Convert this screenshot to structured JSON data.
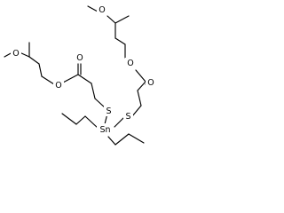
{
  "molecule": {
    "atom_labels": {
      "o_methoxy_left": "O",
      "o_ester_left": "O",
      "o_carbonyl_left": "O",
      "s_left": "S",
      "sn": "Sn",
      "s_right": "S",
      "o_methoxy_right": "O",
      "o_ester_right": "O",
      "o_carbonyl_right": "O"
    }
  }
}
